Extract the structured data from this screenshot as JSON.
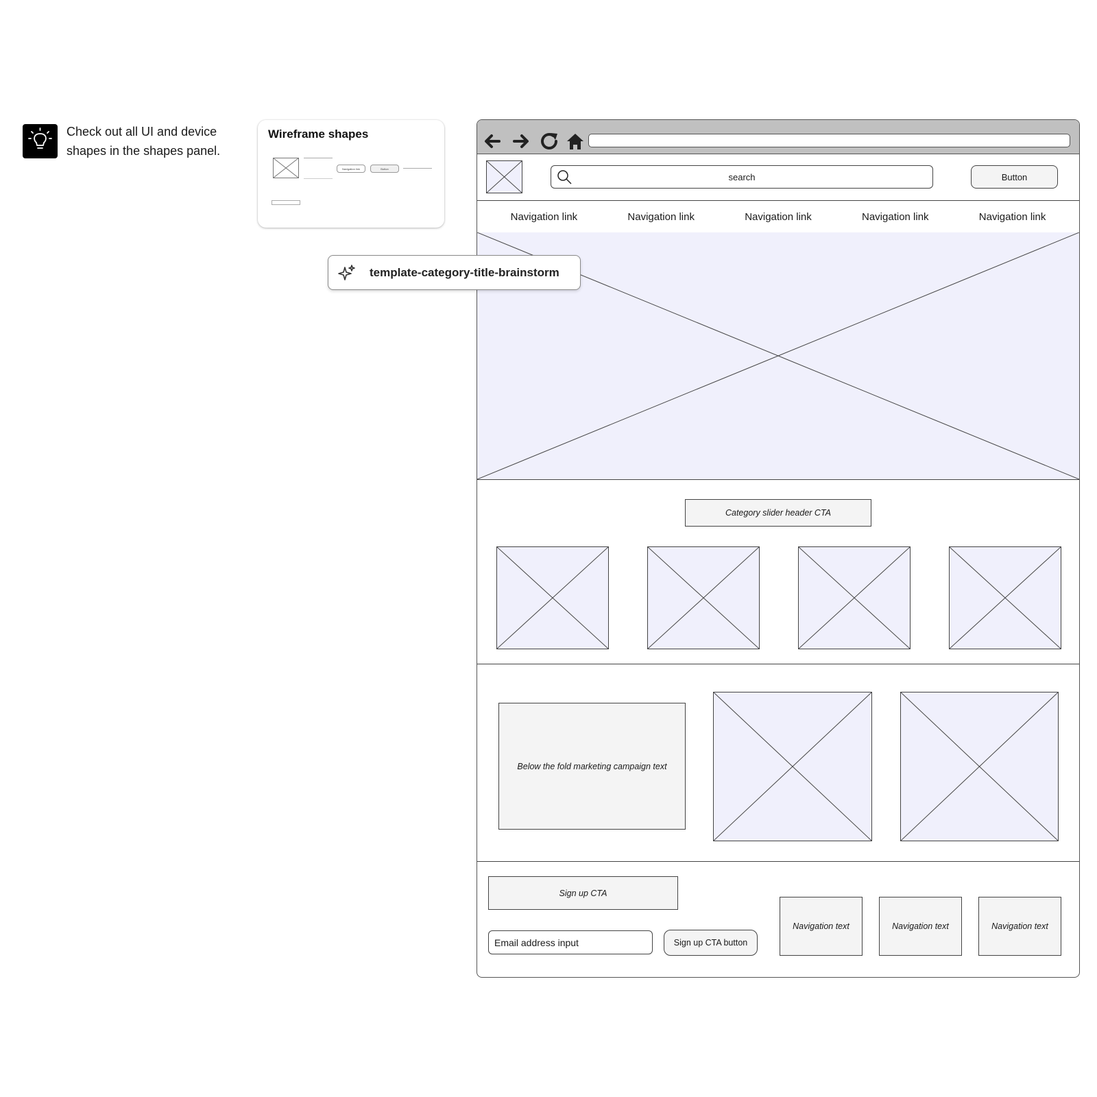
{
  "tip": {
    "text": "Check out all UI and device shapes in the shapes panel.",
    "icon": "lightbulb-icon"
  },
  "shapes_card": {
    "title": "Wireframe shapes",
    "mini_nav_label": "Navigation link",
    "mini_button_label": "Button"
  },
  "template_tag": {
    "label": "template-category-title-brainstorm",
    "icon": "sparkle-icon"
  },
  "browser": {
    "search_placeholder": "search",
    "header_button": "Button",
    "nav_links": [
      "Navigation link",
      "Navigation link",
      "Navigation link",
      "Navigation link",
      "Navigation link"
    ],
    "category_header": "Category slider header CTA",
    "marketing_text": "Below the fold marketing campaign text",
    "signup_cta": "Sign up CTA",
    "email_input": "Email address input",
    "signup_button": "Sign up CTA button",
    "nav_text": [
      "Navigation text",
      "Navigation text",
      "Navigation text"
    ]
  },
  "colors": {
    "placeholder_fill": "#f0f0fc",
    "text_box_fill": "#f4f4f4",
    "chrome_gray": "#c0c0c0"
  }
}
